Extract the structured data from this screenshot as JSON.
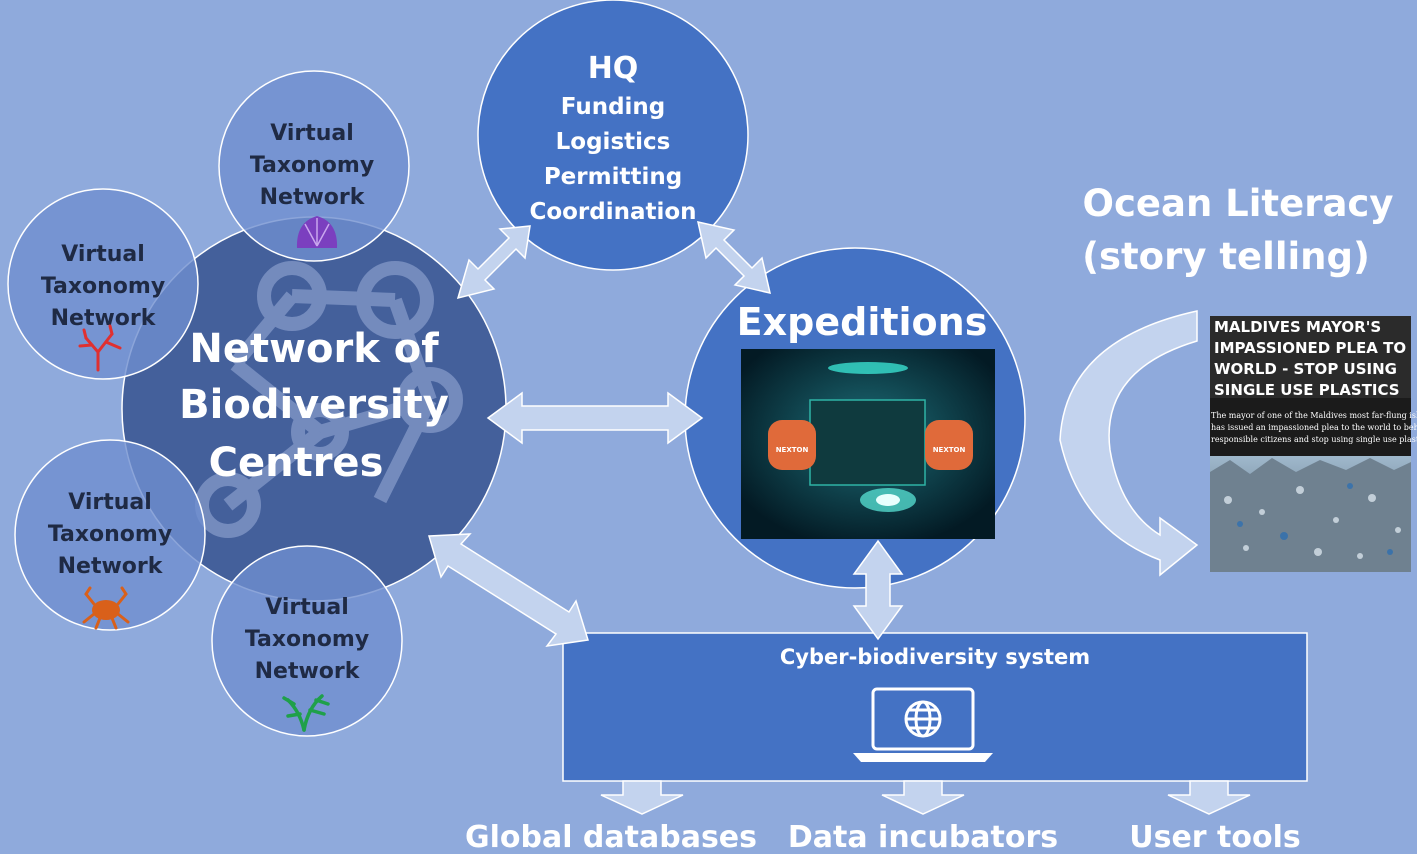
{
  "network": {
    "line1": "Network of",
    "line2": "Biodiversity",
    "line3": "Centres"
  },
  "hq": {
    "title": "HQ",
    "items": [
      "Funding",
      "Logistics",
      "Permitting",
      "Coordination"
    ]
  },
  "virtual_networks": [
    {
      "lines": [
        "Virtual",
        "Taxonomy",
        "Network"
      ],
      "icon": "shell-icon",
      "color": "#7b3fbf"
    },
    {
      "lines": [
        "Virtual",
        "Taxonomy",
        "Network"
      ],
      "icon": "coral-icon",
      "color": "#e03030"
    },
    {
      "lines": [
        "Virtual",
        "Taxonomy",
        "Network"
      ],
      "icon": "crab-icon",
      "color": "#d9601a"
    },
    {
      "lines": [
        "Virtual",
        "Taxonomy",
        "Network"
      ],
      "icon": "seaweed-icon",
      "color": "#1fa04a"
    }
  ],
  "expeditions": {
    "title": "Expeditions",
    "vehicle_label": "NEXTON"
  },
  "ocean_literacy": {
    "line1": "Ocean Literacy",
    "line2": "(story telling)"
  },
  "news": {
    "headline": [
      "MALDIVES MAYOR'S",
      "IMPASSIONED PLEA TO",
      "WORLD - STOP USING",
      "SINGLE USE PLASTICS"
    ],
    "body": [
      "The mayor of one of the Maldives most far-flung islands",
      "has issued an impassioned plea to the world to behave as",
      "responsible citizens and stop using single use plastic"
    ]
  },
  "cyber": {
    "title": "Cyber-biodiversity system",
    "icon": "laptop-globe-icon"
  },
  "outputs": [
    "Global databases",
    "Data incubators",
    "User tools"
  ],
  "colors": {
    "background": "#8faadc",
    "circle_blue": "#4472c4",
    "network_dark": "#44609b",
    "virtual_circle": "#6f8fd0",
    "arrow": "#c3d3ee"
  }
}
